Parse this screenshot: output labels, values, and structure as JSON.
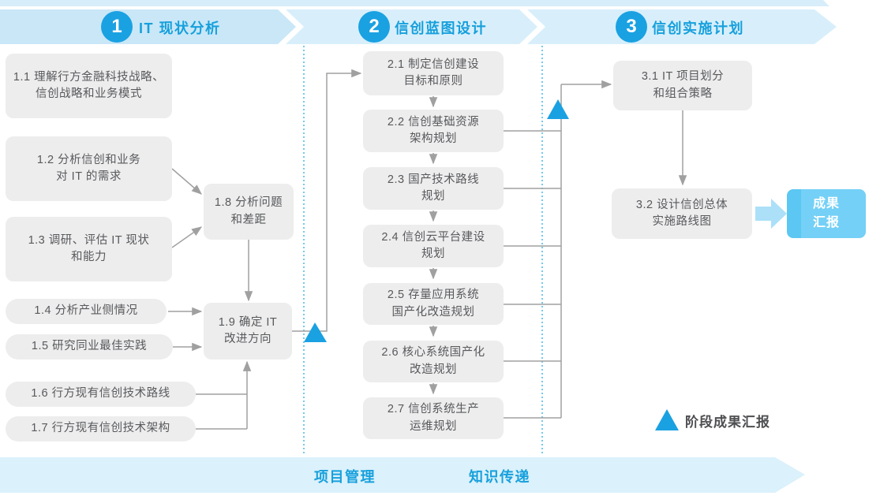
{
  "header": {
    "phases": [
      {
        "num": "1",
        "title": "IT 现状分析"
      },
      {
        "num": "2",
        "title": "信创蓝图设计"
      },
      {
        "num": "3",
        "title": "信创实施计划"
      }
    ]
  },
  "phase1": {
    "b11": "1.1 理解行方金融科技战略、\n信创战略和业务模式",
    "b12": "1.2 分析信创和业务\n对 IT 的需求",
    "b13": "1.3 调研、评估 IT 现状\n和能力",
    "b14": "1.4 分析产业侧情况",
    "b15": "1.5 研究同业最佳实践",
    "b16": "1.6 行方现有信创技术路线",
    "b17": "1.7 行方现有信创技术架构",
    "b18": "1.8 分析问题\n和差距",
    "b19": "1.9 确定 IT\n改进方向"
  },
  "phase2": {
    "b21": "2.1 制定信创建设\n目标和原则",
    "b22": "2.2 信创基础资源\n架构规划",
    "b23": "2.3 国产技术路线\n规划",
    "b24": "2.4 信创云平台建设\n规划",
    "b25": "2.5 存量应用系统\n国产化改造规划",
    "b26": "2.6 核心系统国产化\n改造规划",
    "b27": "2.7 信创系统生产\n运维规划"
  },
  "phase3": {
    "b31": "3.1 IT 项目划分\n和组合策略",
    "b32": "3.2 设计信创总体\n实施路线图",
    "result": "成果\n汇报"
  },
  "legend": {
    "milestone": "阶段成果汇报"
  },
  "footer": {
    "project": "项目管理",
    "knowledge": "知识传递"
  },
  "colors": {
    "accent_blue": "#1AA1E2",
    "header_text": "#17A0DC",
    "band_light": "#D8EFFB",
    "band_dark": "#C9E7F7",
    "box_gray": "#EDEDEE",
    "box_text": "#58595B",
    "line_gray": "#A0A0A0",
    "dotted_blue": "#45B8E9",
    "result_fill": "#74D0F6"
  }
}
